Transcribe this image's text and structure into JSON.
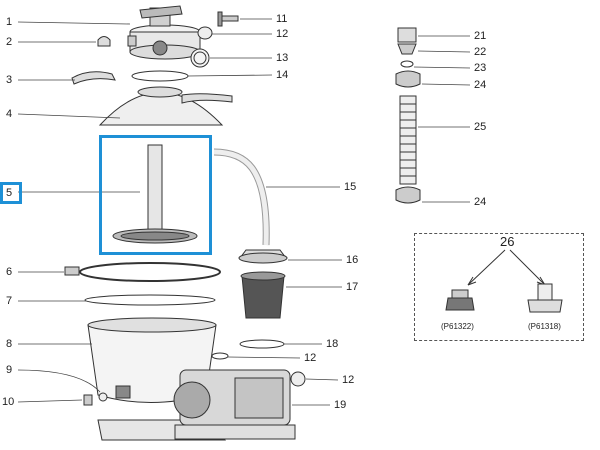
{
  "callouts": {
    "c1": "1",
    "c2": "2",
    "c3": "3",
    "c4": "4",
    "c5": "5",
    "c6": "6",
    "c7": "7",
    "c8": "8",
    "c9": "9",
    "c10": "10",
    "c11": "11",
    "c12a": "12",
    "c13": "13",
    "c14": "14",
    "c15": "15",
    "c16": "16",
    "c17": "17",
    "c18": "18",
    "c12b": "12",
    "c12c": "12",
    "c19": "19",
    "c21": "21",
    "c22": "22",
    "c23": "23",
    "c24a": "24",
    "c25": "25",
    "c24b": "24",
    "c26": "26"
  },
  "kit": {
    "left_code": "(P61322)",
    "right_code": "(P61318)"
  },
  "colors": {
    "highlight": "#1e90d6",
    "line": "#333333"
  }
}
